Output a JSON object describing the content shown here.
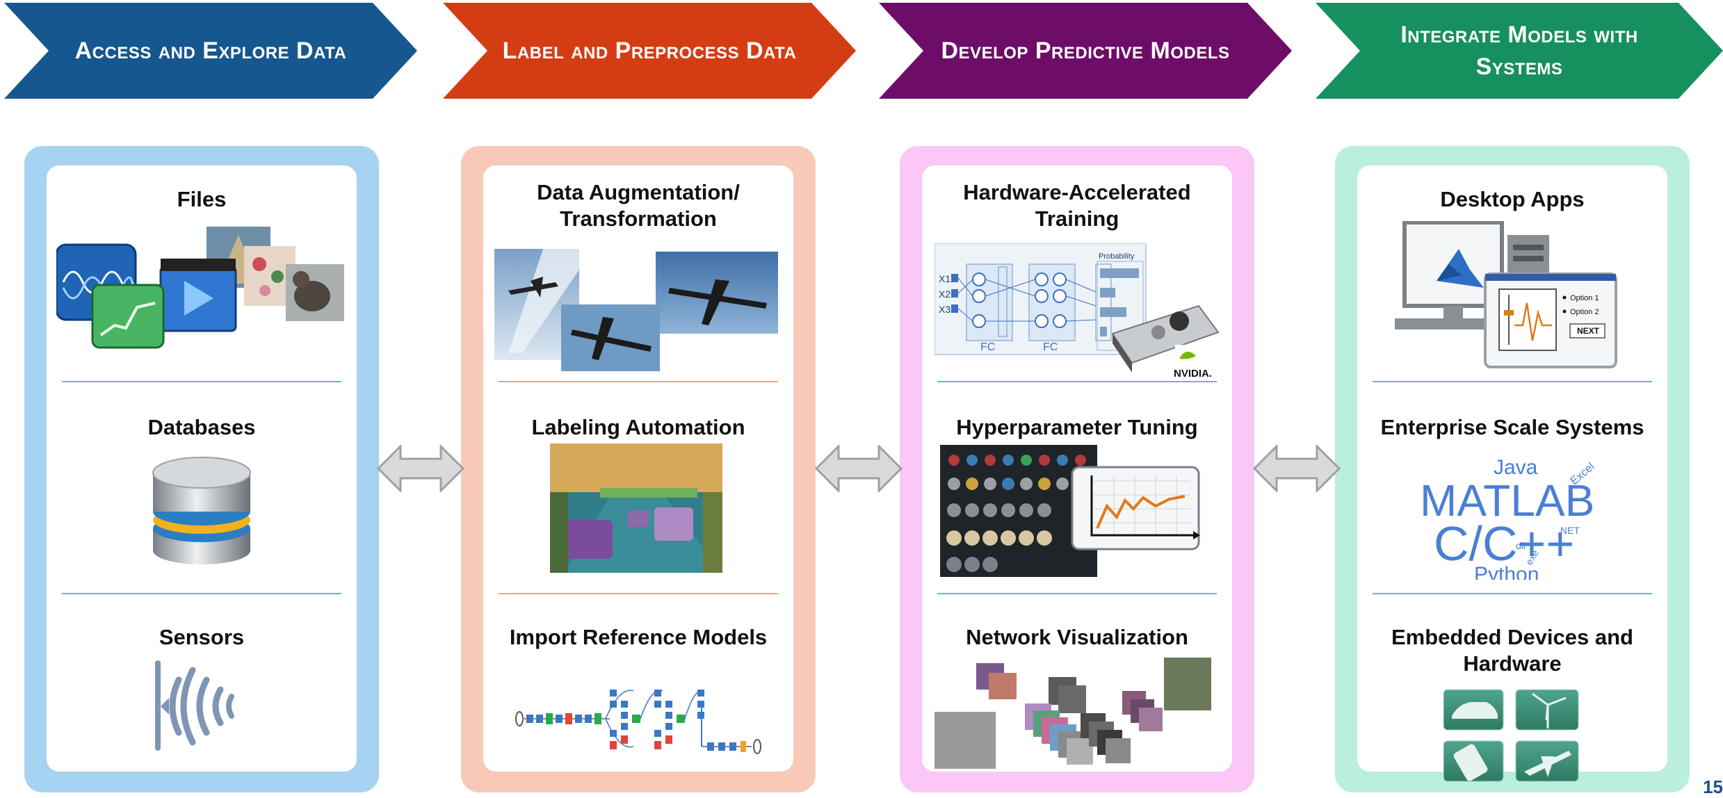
{
  "stages": [
    {
      "title": "Access and Explore Data",
      "color": "#17578f",
      "panel": "#a7d3f2",
      "divider": "#6aaee8",
      "sections": [
        "Files",
        "Databases",
        "Sensors"
      ]
    },
    {
      "title": "Label and Preprocess Data",
      "color": "#d43d13",
      "panel": "#f9c9b8",
      "divider": "#f4a566",
      "sections": [
        "Data Augmentation/ Transformation",
        "Labeling Automation",
        "Import Reference Models"
      ]
    },
    {
      "title": "Develop Predictive Models",
      "color": "#6e0d68",
      "panel": "#fbc7f6",
      "divider": "#6aaee8",
      "sections": [
        "Hardware-Accelerated Training",
        "Hyperparameter Tuning",
        "Network Visualization"
      ]
    },
    {
      "title": "Integrate Models with Systems",
      "color": "#16905f",
      "panel": "#b9efdc",
      "divider": "#6aaee8",
      "sections": [
        "Desktop Apps",
        "Enterprise Scale Systems",
        "Embedded Devices and Hardware"
      ]
    }
  ],
  "nn_figure": {
    "inputs": [
      "X1",
      "X2",
      "X3"
    ],
    "layer_labels": [
      "FC",
      "FC"
    ],
    "output_label": "Probability",
    "brand": "NVIDIA."
  },
  "app_window": {
    "options": [
      "Option 1",
      "Option 2"
    ],
    "next_label": "NEXT"
  },
  "word_cloud": [
    "Java",
    "Excel",
    "MATLAB",
    "C/C++",
    ".NET",
    "dll",
    "exe",
    "Python"
  ],
  "page_number": "15"
}
